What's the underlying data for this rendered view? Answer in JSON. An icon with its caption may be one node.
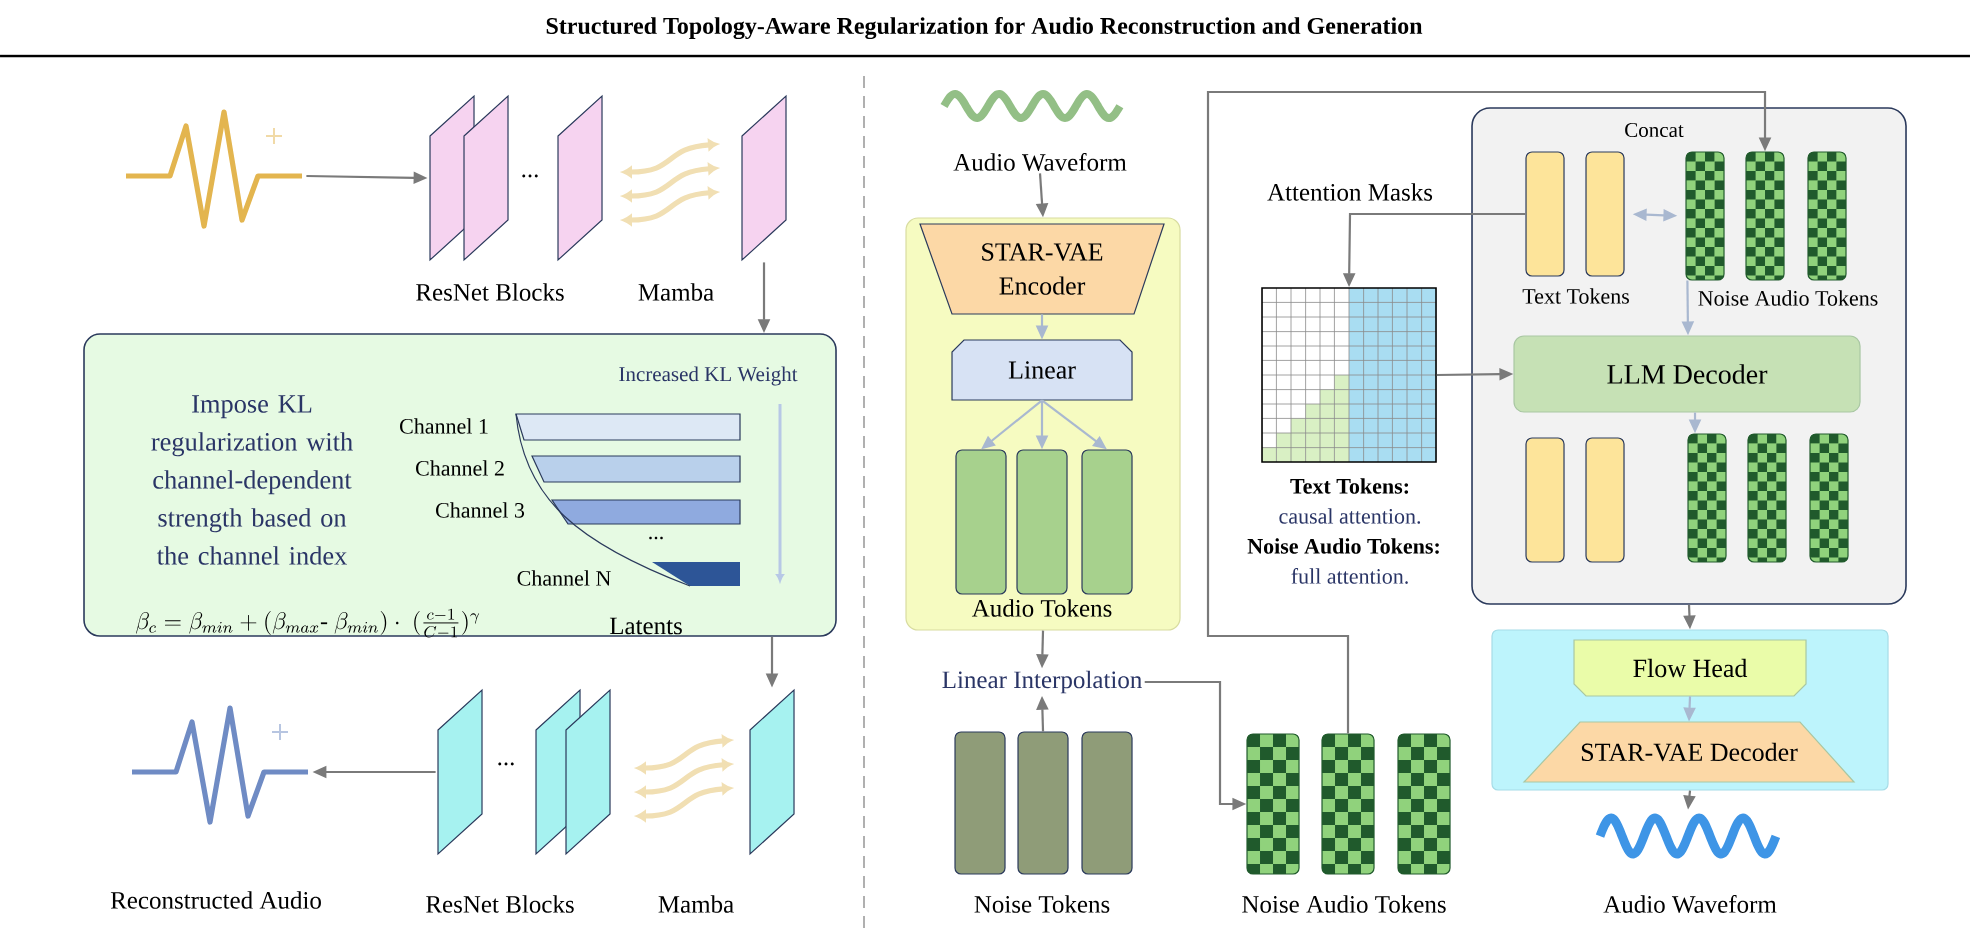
{
  "diagram": {
    "title": "Structured Topology-Aware Regularization for Audio Reconstruction and Generation",
    "nodes": [
      {
        "text": [],
        "shape": "picture"
      },
      {
        "text": [
          "ResNet Blocks"
        ]
      },
      {
        "text": [],
        "shape": "box"
      },
      {
        "text": [
          "Impose KL regularization with channel-dependent strength based on the channel index",
          "Increased KL Weight",
          "Channel 1",
          "Channel 2",
          "Channel 3",
          "...",
          "Channel N",
          "Latents"
        ]
      },
      {
        "text": [],
        "shape": "box"
      },
      {
        "text": [
          "ResNet Blocks"
        ]
      },
      {
        "text": [
          "Reconstructed Audio"
        ]
      },
      {
        "text": [
          "Audio Waveform"
        ]
      },
      {
        "text": [
          "Audio Tokens"
        ]
      },
      {
        "text": [
          "STAR-VAE Encoder"
        ],
        "in": 8
      },
      {
        "text": [
          "Linear"
        ],
        "in": 8
      },
      {
        "text": [],
        "shape": "box",
        "in": 8
      },
      {
        "text": [],
        "shape": "box",
        "in": 8
      },
      {
        "text": [],
        "shape": "box",
        "in": 8
      },
      {
        "text": [
          "Linear Interpolation"
        ]
      },
      {
        "text": [],
        "shape": "box"
      },
      {
        "text": [],
        "shape": "box"
      },
      {
        "text": [],
        "shape": "box"
      },
      {
        "text": [],
        "shape": "box"
      },
      {
        "text": [],
        "shape": "box"
      },
      {
        "text": [],
        "shape": "box"
      },
      {
        "text": [
          "Attention Masks"
        ]
      },
      {
        "text": [
          "Concat"
        ]
      },
      {
        "text": [],
        "shape": "box",
        "in": 22
      },
      {
        "text": [],
        "shape": "box",
        "in": 22
      },
      {
        "text": [],
        "shape": "box",
        "in": 22
      },
      {
        "text": [],
        "shape": "box",
        "in": 22
      },
      {
        "text": [],
        "shape": "box",
        "in": 22
      },
      {
        "text": [
          "LLM Decoder"
        ],
        "in": 22
      },
      {
        "text": [],
        "shape": "box",
        "in": 22
      },
      {
        "text": [],
        "shape": "box",
        "in": 22
      },
      {
        "text": [],
        "shape": "box",
        "in": 22
      },
      {
        "text": [],
        "shape": "box",
        "in": 22
      },
      {
        "text": [],
        "shape": "box",
        "in": 22
      },
      {
        "text": [],
        "shape": "box"
      },
      {
        "text": [
          "Flow Head"
        ],
        "in": 34
      },
      {
        "text": [
          "STAR-VAE Decoder"
        ],
        "in": 34
      },
      {
        "text": [
          "Audio Waveform"
        ]
      }
    ],
    "edges": [
      {
        "from": 0,
        "to": 1,
        "arrow": "to"
      },
      {
        "from": 2,
        "to": 3,
        "arrow": "to"
      },
      {
        "from": 3,
        "to": 4,
        "arrow": "to"
      },
      {
        "from": 5,
        "to": 6,
        "arrow": "to"
      },
      {
        "from": 7,
        "to": 8,
        "arrow": "to"
      },
      {
        "from": 9,
        "to": 10,
        "arrow": "to",
        "color": "#a9b8d0"
      },
      {
        "from": 10,
        "to": 11,
        "arrow": "to",
        "color": "#a9b8d0"
      },
      {
        "from": 10,
        "to": 12,
        "arrow": "to",
        "color": "#a9b8d0"
      },
      {
        "from": 10,
        "to": 13,
        "arrow": "to",
        "color": "#a9b8d0"
      },
      {
        "from": 8,
        "to": 14,
        "arrow": "to"
      },
      {
        "from": 16,
        "to": 14,
        "arrow": "to"
      },
      {
        "from": 14,
        "to": 18,
        "arrow": "to"
      },
      {
        "from": 19,
        "to": 26,
        "arrow": "to"
      },
      {
        "from": 23,
        "to": 21,
        "arrow": "to"
      },
      {
        "from": 21,
        "to": 28,
        "arrow": "to"
      },
      {
        "from": 24,
        "to": 25,
        "arrow": "both",
        "color": "#a9b8d0"
      },
      {
        "from": 25,
        "to": 28,
        "arrow": "to",
        "color": "#a9b8d0"
      },
      {
        "from": 28,
        "to": 31,
        "arrow": "to",
        "color": "#a9b8d0"
      },
      {
        "from": 22,
        "to": 34,
        "arrow": "to"
      },
      {
        "from": 35,
        "to": 36,
        "arrow": "to",
        "color": "#a9b8d0"
      },
      {
        "from": 34,
        "to": 37,
        "arrow": "to"
      }
    ],
    "labels": [
      "...",
      "Mamba",
      "\\beta_c = \\beta_{min} + (\\beta_{max}\\text{-}\\ \\beta_{min}) \\cdot\\ (\\frac{c-1}{C-1})^{\\gamma}",
      "...",
      "Mamba",
      "Noise Tokens",
      "Text Tokens:",
      "causal attention.",
      "Noise Audio Tokens:",
      "full attention.",
      "Text Tokens",
      "Noise Audio Tokens",
      "Noise Audio Tokens"
    ]
  }
}
